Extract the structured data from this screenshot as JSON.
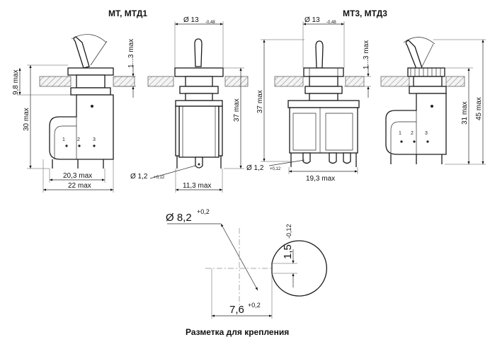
{
  "titles": {
    "left": "МТ, МТД1",
    "right": "МТ3, МТД3",
    "bottom": "Разметка для крепления"
  },
  "view1": {
    "d_9_8": "9,8 max",
    "d_30": "30 max",
    "d_1_3": "1...3 max",
    "d_20_3": "20,3 max",
    "d_22": "22 max",
    "pins": [
      "1",
      "2",
      "3"
    ]
  },
  "view2": {
    "d_13": "Ø 13",
    "d_13_tol": "-0,48",
    "d_37": "37 max",
    "d_1_2": "Ø 1,2",
    "d_1_2_tol": "+0,12",
    "d_11_3": "11,3 max"
  },
  "view3": {
    "d_13": "Ø 13",
    "d_13_tol": "-0,48",
    "d_37": "37 max",
    "d_1_2": "Ø 1,2",
    "d_1_2_tol": "+0,12",
    "d_19_3": "19,3 max",
    "d_1_3": "1...3 max"
  },
  "view4": {
    "d_31": "31 max",
    "d_45": "45 max",
    "pins": [
      "1",
      "2",
      "3"
    ]
  },
  "mount": {
    "d_8_2": "Ø 8,2",
    "d_8_2_tol": "+0,2",
    "d_1_5": "1,5",
    "d_1_5_tol": "-0,12",
    "d_7_6": "7,6",
    "d_7_6_tol": "+0,2"
  }
}
